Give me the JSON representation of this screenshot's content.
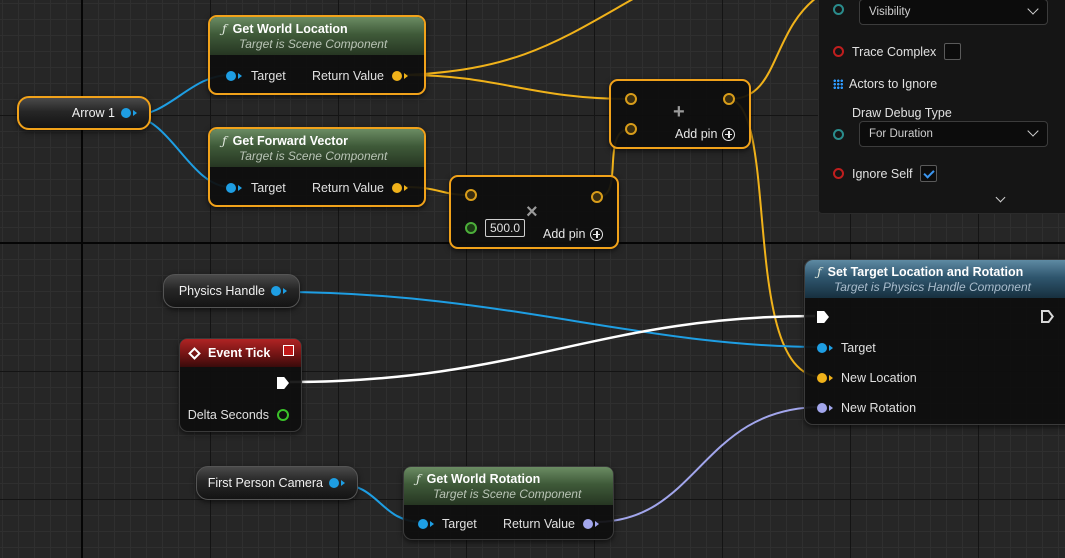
{
  "nodes": {
    "get_world_location": {
      "title": "Get World Location",
      "subtitle": "Target is Scene Component",
      "in_pin": "Target",
      "out_pin": "Return Value"
    },
    "get_forward_vector": {
      "title": "Get Forward Vector",
      "subtitle": "Target is Scene Component",
      "in_pin": "Target",
      "out_pin": "Return Value"
    },
    "arrow": {
      "label": "Arrow 1"
    },
    "add": {
      "add_pin": "Add pin",
      "operator": "+"
    },
    "multiply": {
      "add_pin": "Add pin",
      "operator": "×",
      "value": "500.0"
    },
    "physics_handle": {
      "label": "Physics Handle"
    },
    "event_tick": {
      "title": "Event Tick",
      "out_pin": "Delta Seconds"
    },
    "set_target": {
      "title": "Set Target Location and Rotation",
      "subtitle": "Target is Physics Handle Component",
      "pins": [
        "Target",
        "New Location",
        "New Rotation"
      ]
    },
    "first_person_camera": {
      "label": "First Person Camera"
    },
    "get_world_rotation": {
      "title": "Get World Rotation",
      "subtitle": "Target is Scene Component",
      "in_pin": "Target",
      "out_pin": "Return Value"
    }
  },
  "panel": {
    "trace_channel": "Visibility",
    "trace_complex": "Trace Complex",
    "actors_to_ignore": "Actors to Ignore",
    "draw_debug_type": "Draw Debug Type",
    "draw_debug_value": "For Duration",
    "ignore_self": "Ignore Self",
    "ignore_self_checked": true,
    "trace_complex_checked": false
  },
  "colors": {
    "selection": "#f1a21a",
    "object_pin": "#1e9ee3",
    "vector_pin": "#f0b21a",
    "rotator_pin": "#a2a6ec",
    "exec_wire": "#ffffff"
  }
}
